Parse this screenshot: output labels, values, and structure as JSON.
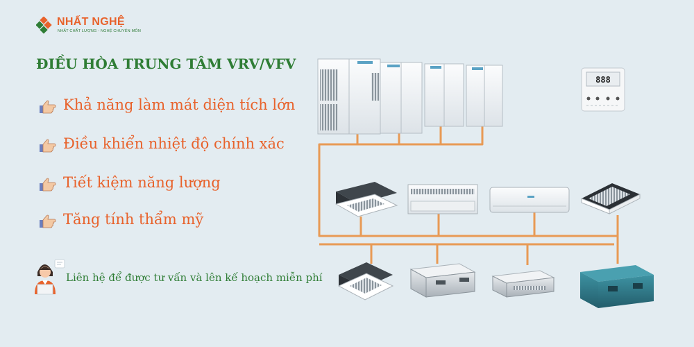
{
  "brand": {
    "name": "NHẤT NGHỆ",
    "slogan": "NHẤT CHẤT LƯỢNG - NGHỆ CHUYÊN MÔN",
    "colors": {
      "orange": "#e8622b",
      "green": "#2f7d35",
      "background": "#e3ecf1"
    }
  },
  "title": "ĐIỀU HÒA TRUNG TÂM VRV/VFV",
  "features": [
    {
      "icon": "pointing-hand-icon",
      "label": "Khả năng làm mát diện tích lớn"
    },
    {
      "icon": "pointing-hand-icon",
      "label": "Điều khiển nhiệt độ chính xác"
    },
    {
      "icon": "pointing-hand-icon",
      "label": "Tiết kiệm năng lượng"
    },
    {
      "icon": "pointing-hand-icon",
      "label": "Tăng tính thẩm mỹ"
    }
  ],
  "contact": {
    "icon": "consultant-icon",
    "text": "Liên hệ để được tư vấn và lên kế hoạch miễn phí"
  },
  "controller": {
    "display": "888"
  }
}
